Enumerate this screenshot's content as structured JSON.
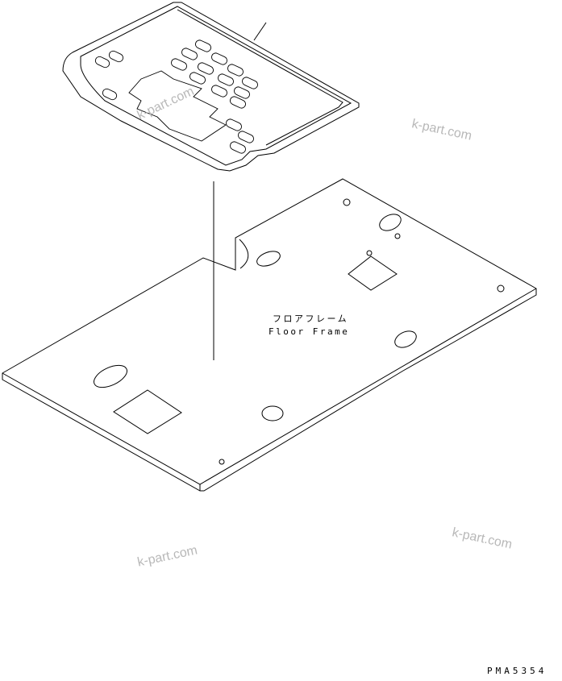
{
  "diagram": {
    "part_label_jp": "フロアフレーム",
    "part_label_en": "Floor Frame",
    "drawing_code": "PMA5354",
    "line_color": "#000000",
    "watermark_color": "#b8b8b8"
  },
  "watermarks": [
    "k-part.com",
    "k-part.com",
    "k-part.com",
    "k-part.com"
  ]
}
